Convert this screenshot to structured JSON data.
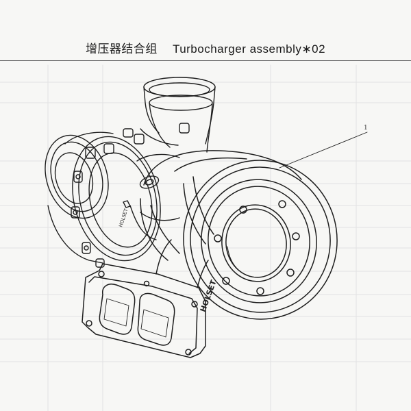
{
  "document": {
    "title_cn": "增压器结合组",
    "title_en": "Turbocharger assembly∗02"
  },
  "drawing": {
    "callout_label": "1",
    "housing_lettering": "HOLSET",
    "blade_lettering": "HOLSET"
  }
}
